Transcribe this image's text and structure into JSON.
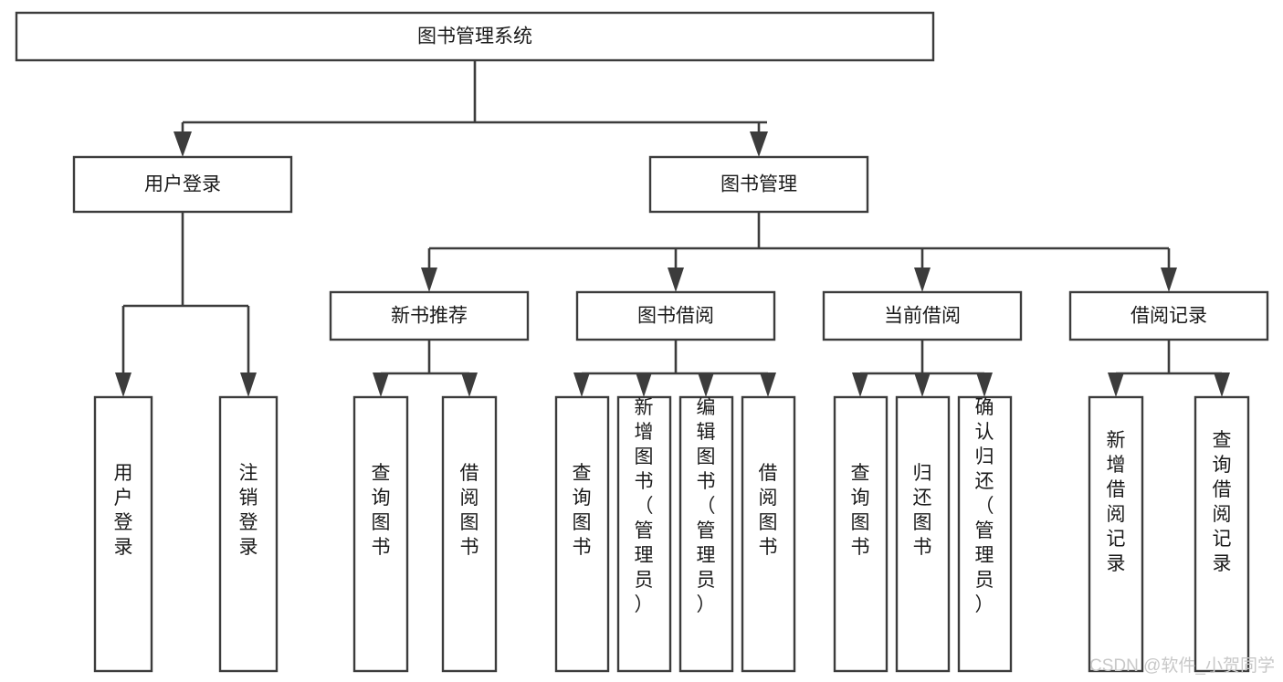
{
  "diagram": {
    "title": "图书管理系统",
    "type": "tree-hierarchy",
    "watermark": "CSDN @软件_小贺同学",
    "colors": {
      "stroke": "#3c3c3c",
      "fill": "#ffffff",
      "text": "#1a1a1a",
      "watermark": "#c8c8c8"
    },
    "nodes": {
      "root": {
        "label": "图书管理系统"
      },
      "level2": [
        {
          "id": "user-login",
          "label": "用户登录"
        },
        {
          "id": "book-manage",
          "label": "图书管理"
        }
      ],
      "level3": [
        {
          "id": "new-book-recommend",
          "label": "新书推荐"
        },
        {
          "id": "book-borrow",
          "label": "图书借阅"
        },
        {
          "id": "current-borrow",
          "label": "当前借阅"
        },
        {
          "id": "borrow-record",
          "label": "借阅记录"
        }
      ],
      "leaves": {
        "user-login": [
          {
            "id": "leaf-user-login",
            "label": "用户登录"
          },
          {
            "id": "leaf-user-logout",
            "label": "注销登录"
          }
        ],
        "new-book-recommend": [
          {
            "id": "leaf-query-book-1",
            "label": "查询图书"
          },
          {
            "id": "leaf-borrow-book-1",
            "label": "借阅图书"
          }
        ],
        "book-borrow": [
          {
            "id": "leaf-query-book-2",
            "label": "查询图书"
          },
          {
            "id": "leaf-add-book",
            "label": "新增图书（管理员）"
          },
          {
            "id": "leaf-edit-book",
            "label": "编辑图书（管理员）"
          },
          {
            "id": "leaf-borrow-book-2",
            "label": "借阅图书"
          }
        ],
        "current-borrow": [
          {
            "id": "leaf-query-book-3",
            "label": "查询图书"
          },
          {
            "id": "leaf-return-book",
            "label": "归还图书"
          },
          {
            "id": "leaf-confirm-return",
            "label": "确认归还（管理员）"
          }
        ],
        "borrow-record": [
          {
            "id": "leaf-add-record",
            "label": "新增借阅记录"
          },
          {
            "id": "leaf-query-record",
            "label": "查询借阅记录"
          }
        ]
      }
    }
  }
}
